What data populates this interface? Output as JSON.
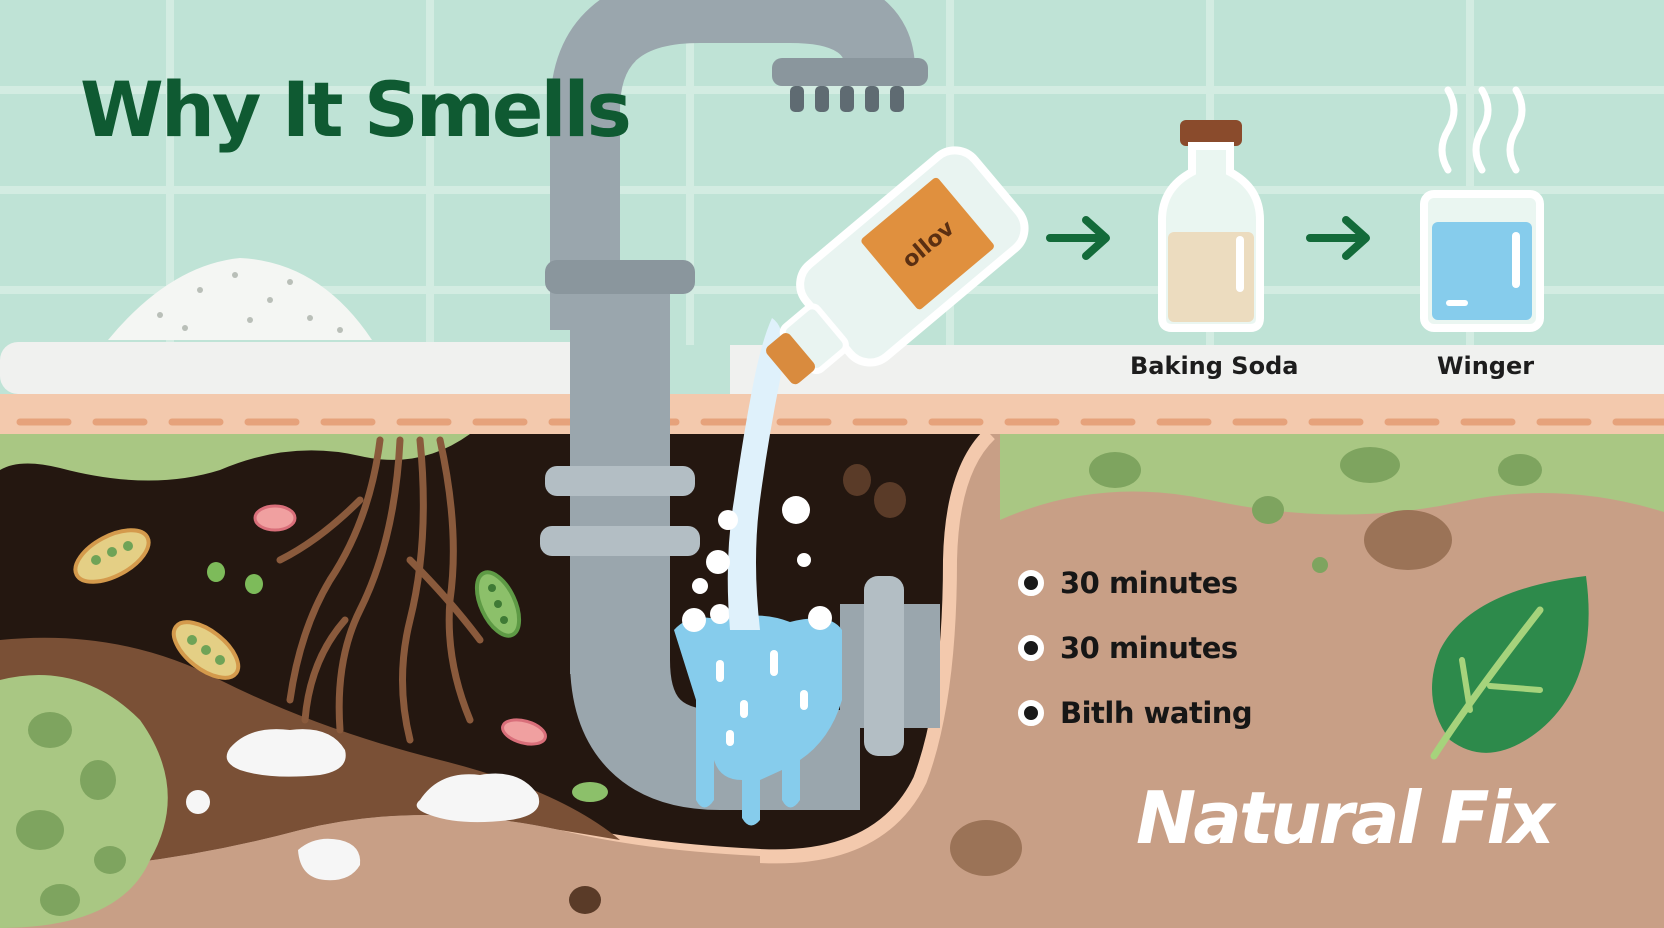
{
  "headline": "Why It Smells",
  "bottle_label": "ollov",
  "ingredients": [
    {
      "label": "Baking Soda"
    },
    {
      "label": "Winger"
    }
  ],
  "steps": [
    {
      "text": "30 minutes"
    },
    {
      "text": "30 minutes"
    },
    {
      "text": "Bitlh wating"
    }
  ],
  "fix_title": "Natural Fix",
  "colors": {
    "tile_wall": "#bfe3d6",
    "headline_green": "#0f5a32",
    "pipe_gray": "#9aa6ad",
    "sludge_dark": "#241710",
    "soil_brown": "#c89f86",
    "moss_green": "#a9c783",
    "water_blue": "#86ccec",
    "arrow_green": "#136b3a",
    "leaf_green": "#2d8a4b",
    "label_orange": "#e0903e"
  },
  "icons": [
    "faucet-icon",
    "bottle-icon",
    "arrow-right-icon",
    "steam-icon",
    "glass-icon",
    "bacteria-icon",
    "leaf-icon"
  ]
}
